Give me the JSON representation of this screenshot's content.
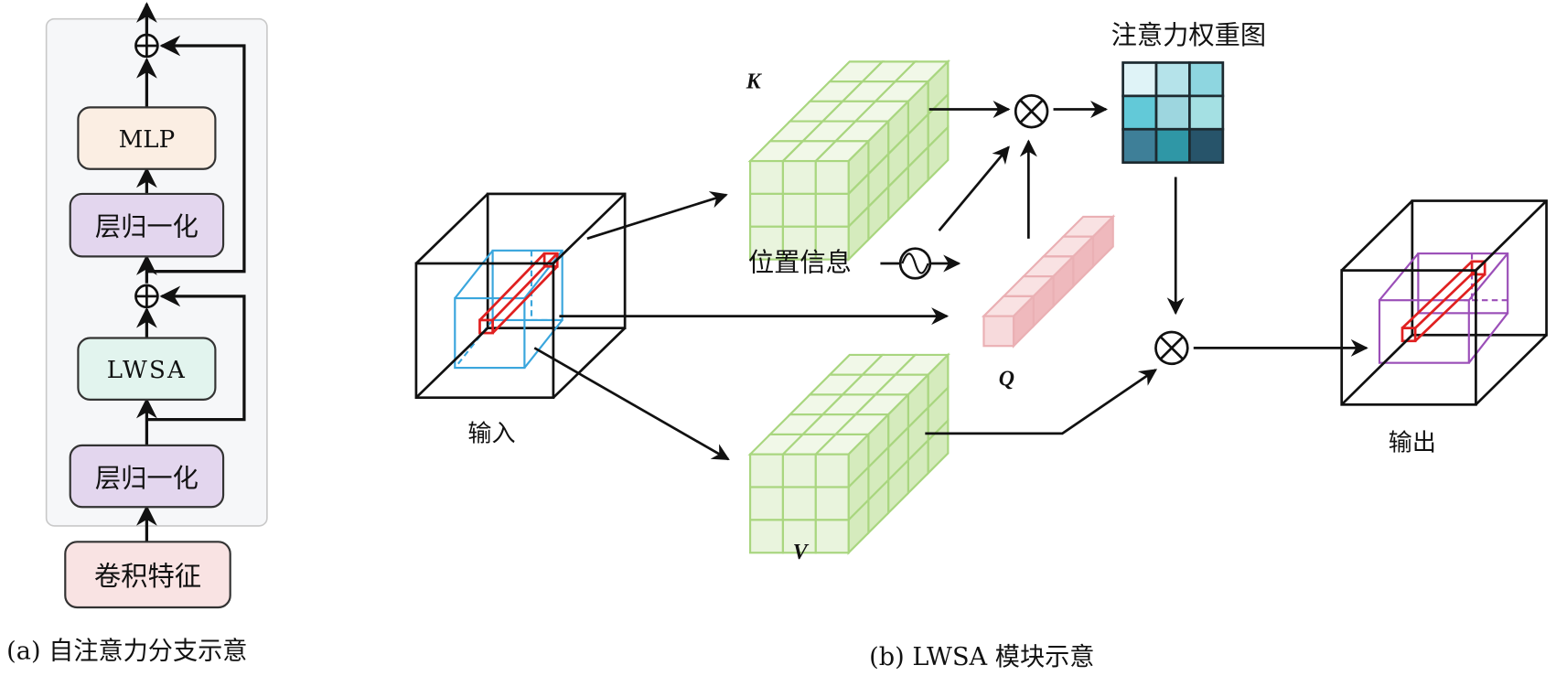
{
  "panel_a": {
    "caption": "(a) 自注意力分支示意",
    "blocks": [
      {
        "id": "mlp",
        "label": "MLP",
        "fill": "#fbeee3"
      },
      {
        "id": "layernorm-2",
        "label": "层归一化",
        "fill": "#e3d6ee"
      },
      {
        "id": "lwsa",
        "label": "LWSA",
        "fill": "#e2f4ee"
      },
      {
        "id": "layernorm-1",
        "label": "层归一化",
        "fill": "#e3d6ee"
      },
      {
        "id": "conv-features",
        "label": "卷积特征",
        "fill": "#f9e3e3"
      }
    ],
    "add_symbol": "⊕"
  },
  "panel_b": {
    "caption": "(b) LWSA 模块示意",
    "input_label": "输入",
    "output_label": "输出",
    "k_label": "K",
    "q_label": "Q",
    "v_label": "V",
    "position_label": "位置信息",
    "attention_map_label": "注意力权重图",
    "multiply_symbol": "⊗",
    "attention_map_colors": [
      [
        "#dff3f7",
        "#b5e3ea",
        "#8ed6e0"
      ],
      [
        "#62c9d8",
        "#9dd6df",
        "#a4e0e3"
      ],
      [
        "#3e7f98",
        "#2f97a6",
        "#27546a"
      ]
    ],
    "colors": {
      "kv_cube": "#c5e4a6",
      "q_bar": "#f2c6c9",
      "window": "#3aa6dd",
      "token": "#e02020",
      "output_window": "#9b4fb8"
    }
  }
}
